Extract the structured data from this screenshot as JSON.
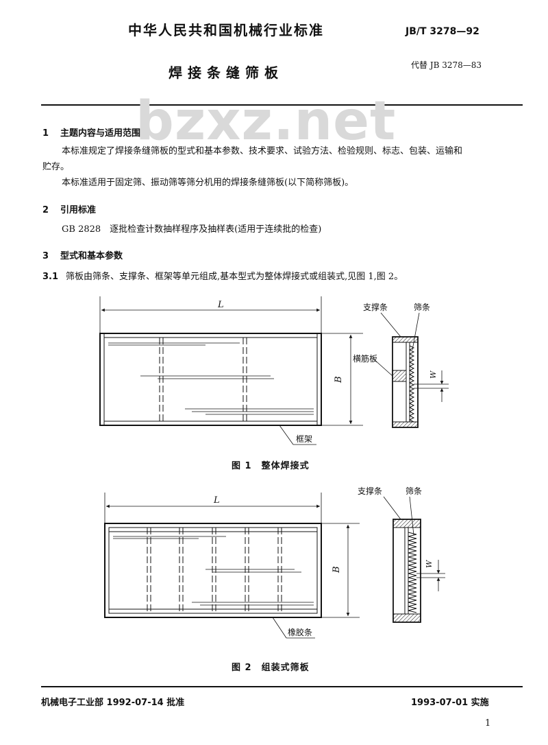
{
  "header": {
    "org_title": "中华人民共和国机械行业标准",
    "standard_no": "JB/T 3278—92",
    "doc_title": "焊接条缝筛板",
    "replaces": "代替 JB 3278—83"
  },
  "watermark": "bzxz.net",
  "sections": {
    "s1": {
      "num": "1",
      "title": "主题内容与适用范围"
    },
    "s1_p1a": "本标准规定了焊接条缝筛板的型式和基本参数、技术要求、试验方法、检验规则、标志、包装、运输和",
    "s1_p1b": "贮存。",
    "s1_p2": "本标准适用于固定筛、振动筛等筛分机用的焊接条缝筛板(以下简称筛板)。",
    "s2": {
      "num": "2",
      "title": "引用标准"
    },
    "s2_ref": "GB 2828　逐批检查计数抽样程序及抽样表(适用于连续批的检查)",
    "s3": {
      "num": "3",
      "title": "型式和基本参数"
    },
    "s31_num": "3.1",
    "s31_text": "筛板由筛条、支撑条、框架等单元组成,基本型式为整体焊接式或组装式,见图 1,图 2。"
  },
  "figure1": {
    "dim_L": "L",
    "dim_B": "B",
    "dim_W": "W",
    "label_support": "支撑条",
    "label_bar": "筛条",
    "label_cross": "横筋板",
    "label_frame": "框架",
    "caption": "图 1　整体焊接式"
  },
  "figure2": {
    "dim_L": "L",
    "dim_B": "B",
    "dim_W": "W",
    "label_support": "支撑条",
    "label_bar": "筛条",
    "label_rubber": "橡胶条",
    "caption": "图 2　组装式筛板"
  },
  "footer": {
    "approve": "机械电子工业部 1992-07-14 批准",
    "effective": "1993-07-01 实施",
    "page": "1"
  }
}
